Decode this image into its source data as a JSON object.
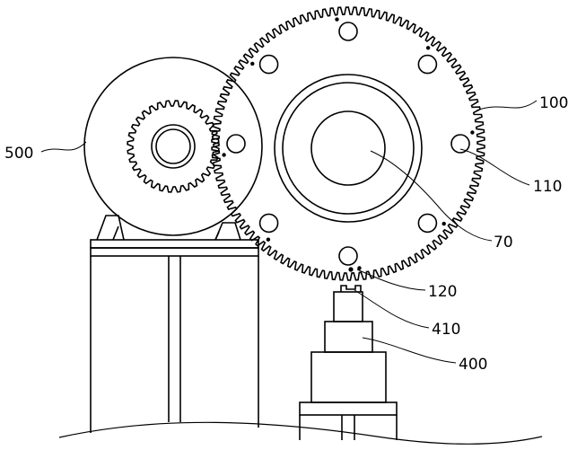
{
  "labels": {
    "ref_100": "100",
    "ref_110": "110",
    "ref_70": "70",
    "ref_120": "120",
    "ref_410": "410",
    "ref_400": "400",
    "ref_500": "500"
  },
  "gears": {
    "large_gear_teeth": 110,
    "small_gear_teeth": 32,
    "large_gear_bolt_holes": 8
  }
}
